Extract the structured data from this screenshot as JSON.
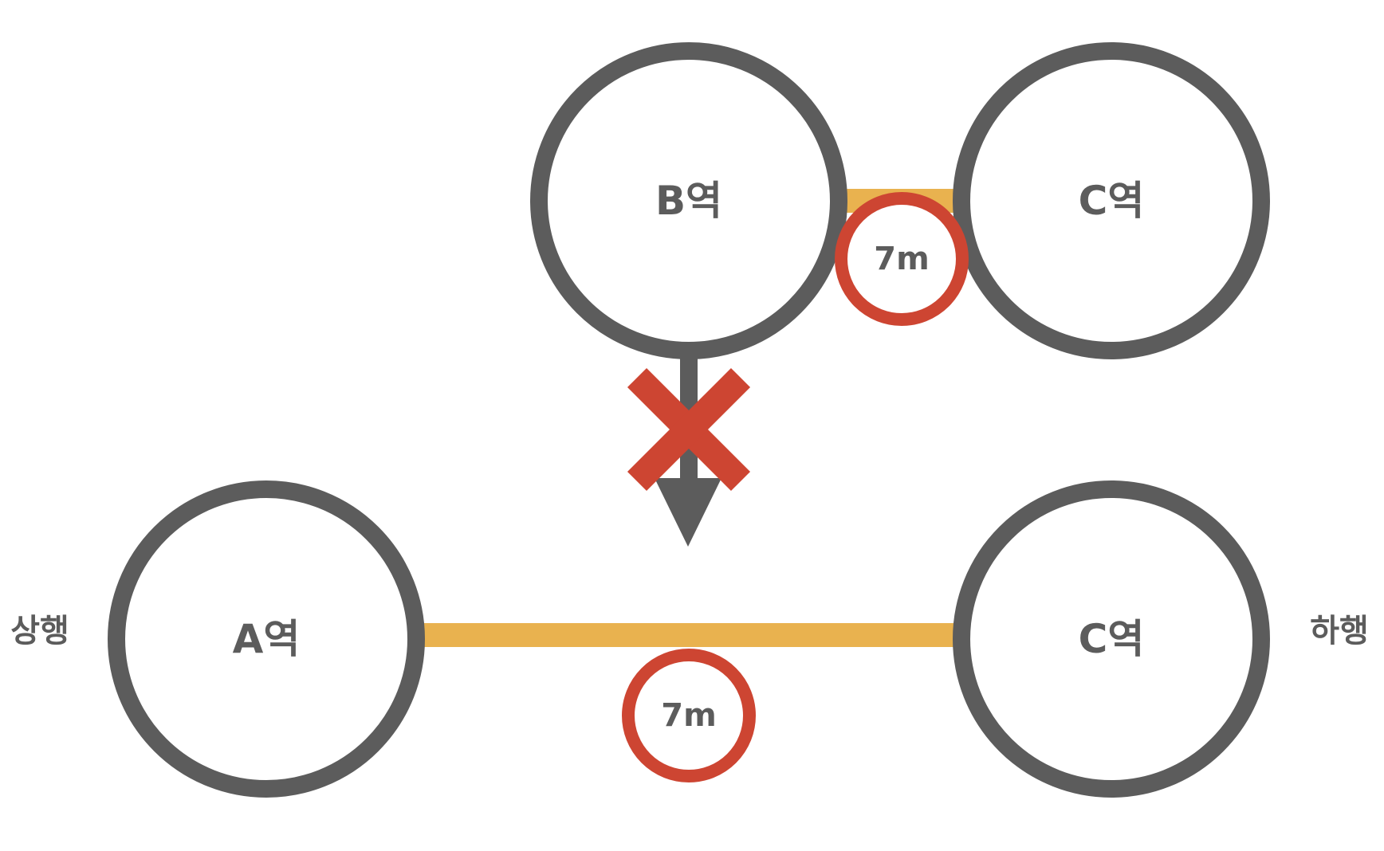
{
  "stations": {
    "b": {
      "label": "B역"
    },
    "c_upper": {
      "label": "C역"
    },
    "a": {
      "label": "A역"
    },
    "c_lower": {
      "label": "C역"
    }
  },
  "distances": {
    "upper": {
      "label": "7m"
    },
    "lower": {
      "label": "7m"
    }
  },
  "directions": {
    "left": "상행",
    "right": "하행"
  },
  "colors": {
    "station_stroke": "#5c5c5c",
    "track": "#e9b24f",
    "accent_red": "#cd4532"
  },
  "icons": {
    "transfer_arrow": "arrow-down-icon",
    "blocked_mark": "x-mark-icon"
  }
}
